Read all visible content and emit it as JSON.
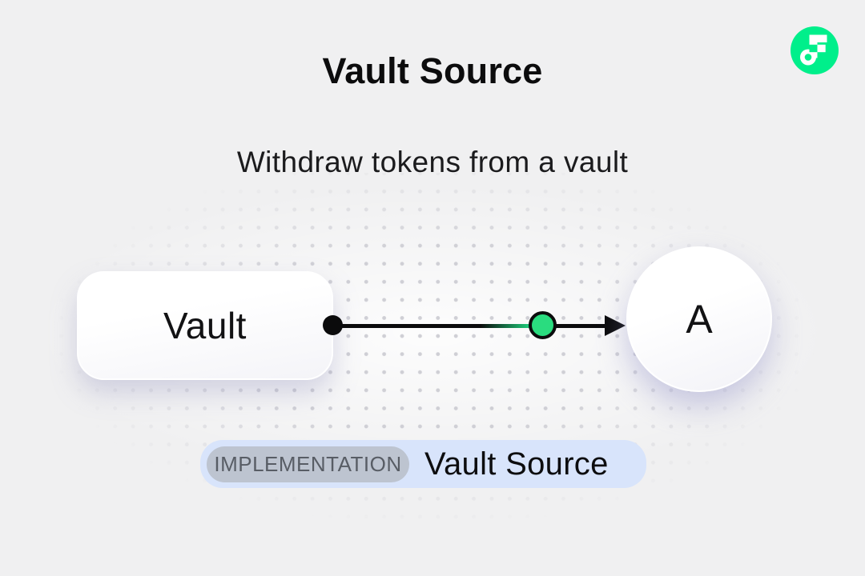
{
  "page": {
    "background_color": "#f0f0f1",
    "dot_grid_color": "#cfcfd5"
  },
  "logo": {
    "icon": "flow-logo-icon",
    "brand_color": "#00ef8b"
  },
  "header": {
    "title": "Vault Source",
    "subtitle": "Withdraw tokens from a vault"
  },
  "diagram": {
    "vault_node_label": "Vault",
    "recipient_node_label": "A",
    "edge_color": "#0b0b0c",
    "token_color": "#2adc7f"
  },
  "badge": {
    "tag_label": "IMPLEMENTATION",
    "value_label": "Vault Source",
    "background": "#d8e4fb",
    "tag_background": "#bdc4d0"
  }
}
